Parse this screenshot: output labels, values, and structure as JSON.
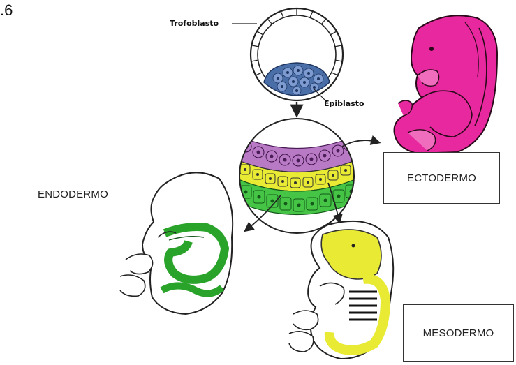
{
  "figure_number": ".6",
  "labels": {
    "trophoblast": "Trofoblasto",
    "epiblast": "Epiblasto"
  },
  "germ_layers": {
    "endoderm": "ENDODERMO",
    "ectoderm": "ECTODERMO",
    "mesoderm": "MESODERMO"
  },
  "colors": {
    "trophoblast": "#f4f4f4",
    "epiblast": "#4a6fa8",
    "ectoderm": "#e8289f",
    "ectoderm_cells": "#b87ac4",
    "mesoderm": "#e8ea33",
    "endoderm": "#2aa32a",
    "outline": "#222222"
  },
  "icons": {
    "blastocyst": "blastocyst-icon",
    "germ_disc": "germ-layers-disc-icon",
    "ectoderm_embryo": "embryo-ectoderm-icon",
    "endoderm_embryo": "embryo-endoderm-icon",
    "mesoderm_embryo": "embryo-mesoderm-icon"
  }
}
